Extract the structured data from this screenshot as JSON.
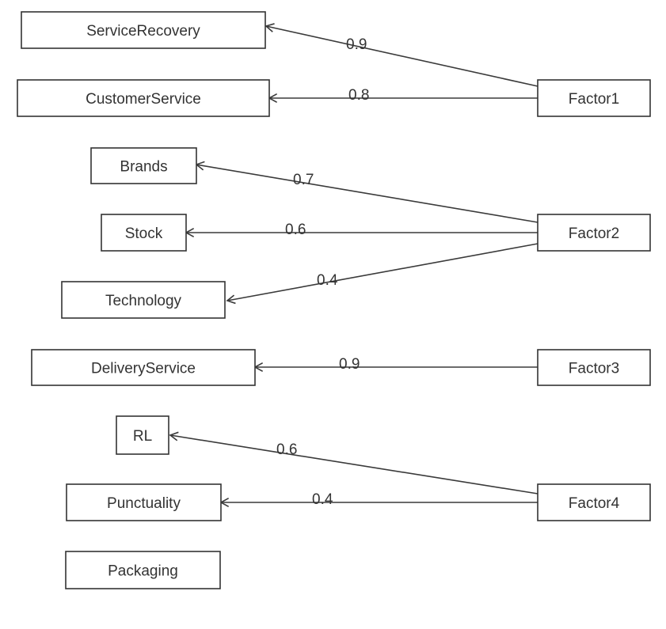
{
  "diagram": {
    "type": "factor-loading-diagram",
    "factors": [
      {
        "id": "factor1",
        "label": "Factor1"
      },
      {
        "id": "factor2",
        "label": "Factor2"
      },
      {
        "id": "factor3",
        "label": "Factor3"
      },
      {
        "id": "factor4",
        "label": "Factor4"
      }
    ],
    "variables": [
      {
        "id": "servicerecovery",
        "label": "ServiceRecovery"
      },
      {
        "id": "customerservice",
        "label": "CustomerService"
      },
      {
        "id": "brands",
        "label": "Brands"
      },
      {
        "id": "stock",
        "label": "Stock"
      },
      {
        "id": "technology",
        "label": "Technology"
      },
      {
        "id": "deliveryservice",
        "label": "DeliveryService"
      },
      {
        "id": "rl",
        "label": "RL"
      },
      {
        "id": "punctuality",
        "label": "Punctuality"
      },
      {
        "id": "packaging",
        "label": "Packaging"
      }
    ],
    "loadings": [
      {
        "from": "factor1",
        "to": "servicerecovery",
        "value": "0.9"
      },
      {
        "from": "factor1",
        "to": "customerservice",
        "value": "0.8"
      },
      {
        "from": "factor2",
        "to": "brands",
        "value": "0.7"
      },
      {
        "from": "factor2",
        "to": "stock",
        "value": "0.6"
      },
      {
        "from": "factor2",
        "to": "technology",
        "value": "0.4"
      },
      {
        "from": "factor3",
        "to": "deliveryservice",
        "value": "0.9"
      },
      {
        "from": "factor4",
        "to": "rl",
        "value": "0.6"
      },
      {
        "from": "factor4",
        "to": "punctuality",
        "value": "0.4"
      }
    ]
  }
}
